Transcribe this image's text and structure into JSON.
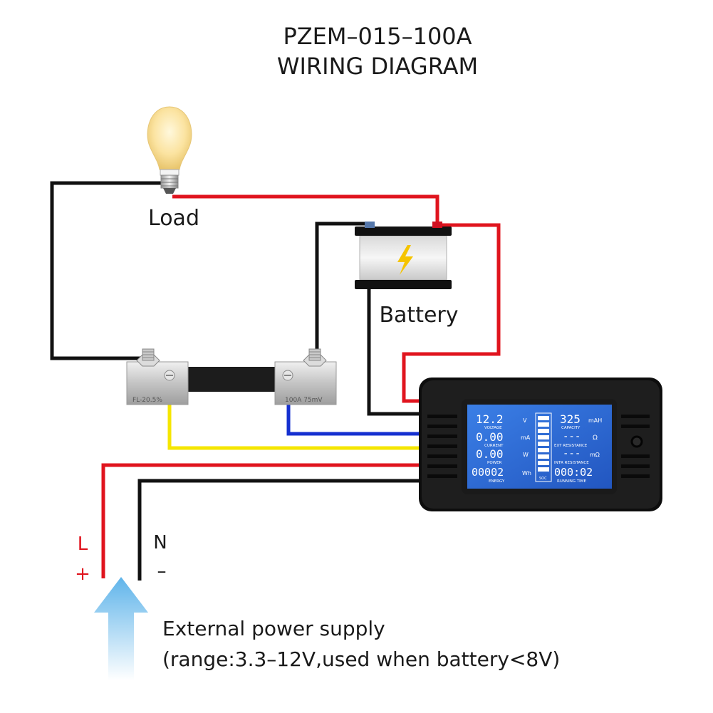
{
  "title": {
    "line1": "PZEM–015–100A",
    "line2": "WIRING  DIAGRAM"
  },
  "labels": {
    "load": "Load",
    "battery": "Battery",
    "live": "L",
    "plus": "+",
    "neutral": "N",
    "minus": "–",
    "supply_line1": "External power supply",
    "supply_line2": "(range:3.3–12V,used when battery<8V)"
  },
  "shunt": {
    "left_marking": "FL-20.5%",
    "right_marking": "100A 75mV"
  },
  "display": {
    "voltage": {
      "value": "12.2",
      "unit": "V",
      "label": "VOLTAGE"
    },
    "current": {
      "value": "0.00",
      "unit": "mA",
      "label": "CURRENT"
    },
    "power": {
      "value": "0.00",
      "unit": "W",
      "label": "POWER"
    },
    "energy": {
      "value": "00002",
      "unit": "Wh",
      "label": "ENERGY"
    },
    "capacity": {
      "value": "325",
      "unit": "mAH",
      "label": "CAPACITY"
    },
    "ext_resistance": {
      "value": "---",
      "unit": "Ω",
      "label": "EXT RESISTANCE"
    },
    "intr_resistance": {
      "value": "---",
      "unit": "mΩ",
      "label": "INTR RESISTANCE"
    },
    "running_time": {
      "value": "000:02",
      "label": "RUNNING TIME"
    },
    "soc_label": "SOC"
  },
  "colors": {
    "wire_red": "#e0141e",
    "wire_black": "#111111",
    "wire_yellow": "#f5e600",
    "wire_blue": "#1530d0",
    "lcd_blue": "#2f6fd8",
    "supply_arrow": "#7cc8f0"
  }
}
